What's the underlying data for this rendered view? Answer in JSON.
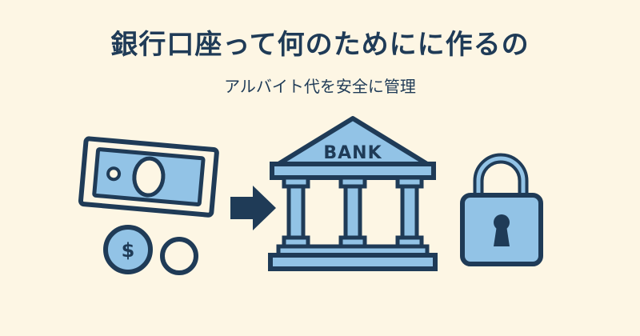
{
  "title": "銀行口座って何のためにに作るの",
  "subtitle": "アルバイト代を安全に管理",
  "bank_label": "BANK",
  "dollar_symbol": "$",
  "colors": {
    "background": "#fdf6e4",
    "ink": "#1f3b57",
    "fill": "#92c3e6"
  },
  "icons": [
    "banknote-icon",
    "dollar-coin-icon",
    "coin-icon",
    "arrow-right-icon",
    "bank-icon",
    "padlock-icon"
  ]
}
